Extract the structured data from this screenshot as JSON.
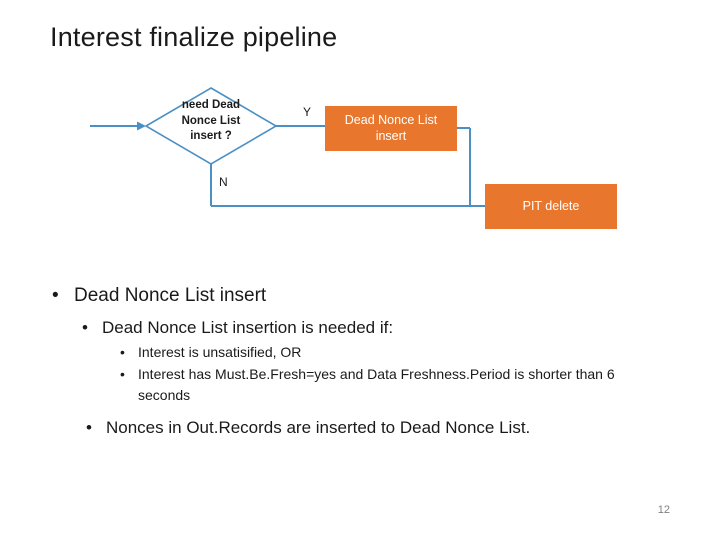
{
  "slide": {
    "title": "Interest finalize pipeline",
    "page_number": "12"
  },
  "diagram": {
    "decision_label": "need Dead Nonce List insert ?",
    "yes_label": "Y",
    "no_label": "N",
    "boxes": [
      {
        "name": "dead-nonce-list-insert",
        "label": "Dead Nonce List insert"
      },
      {
        "name": "pit-delete",
        "label": "PIT delete"
      }
    ],
    "colors": {
      "box_fill": "#e8762c",
      "connector": "#4a90c4",
      "diamond_stroke": "#4a90c4"
    }
  },
  "bullets": {
    "marker": "•",
    "level1": "Dead Nonce List insert",
    "level2": "Dead Nonce List insertion is needed if:",
    "level3": [
      "Interest is unsatisified, OR",
      "Interest has Must.Be.Fresh=yes and Data Freshness.Period is shorter than 6 seconds"
    ],
    "level2b": "Nonces in Out.Records are inserted to Dead Nonce List."
  }
}
